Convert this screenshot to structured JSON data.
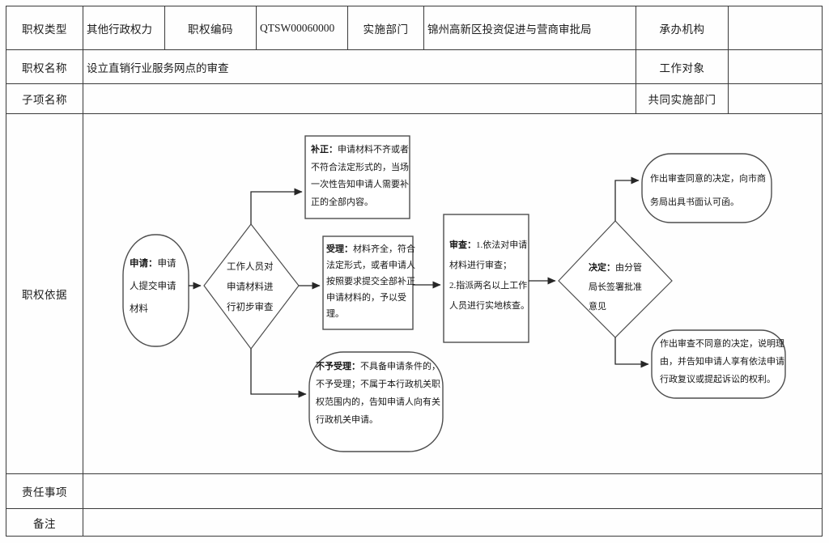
{
  "form": {
    "row1": {
      "type_label": "职权类型",
      "type_value": "其他行政权力",
      "code_label": "职权编码",
      "code_value": "QTSW00060000",
      "dept_label": "实施部门",
      "dept_value": "锦州高新区投资促进与营商审批局",
      "agency_label": "承办机构"
    },
    "row2": {
      "name_label": "职权名称",
      "name_value": "设立直销行业服务网点的审查",
      "target_label": "工作对象"
    },
    "row3": {
      "subitem_label": "子项名称",
      "joint_label": "共同实施部门"
    },
    "row4": {
      "basis_label": "职权依据"
    },
    "row5": {
      "duty_label": "责任事项"
    },
    "row6": {
      "remark_label": "备注"
    }
  },
  "flowchart": {
    "apply": {
      "prefix": "申请：",
      "text": "申请人提交申请材料"
    },
    "initial_review": {
      "text": "工作人员对申请材料进行初步审查"
    },
    "supplement": {
      "prefix": "补正：",
      "text": "申请材料不齐或者不符合法定形式的，当场一次性告知申请人需要补正的全部内容。"
    },
    "accept": {
      "prefix": "受理：",
      "text": "材料齐全，符合法定形式，或者申请人按照要求提交全部补正申请材料的，予以受理。"
    },
    "reject": {
      "prefix": "不予受理：",
      "text": "不具备申请条件的，不予受理；不属于本行政机关职权范围内的，告知申请人向有关行政机关申请。"
    },
    "review": {
      "prefix": "审查：",
      "item1": "1.依法对申请材料进行审查；",
      "item2": "2.指派两名以上工作人员进行实地核查。"
    },
    "decision": {
      "prefix": "决定：",
      "text": "由分管局长签署批准意见"
    },
    "approve": {
      "text": "作出审查同意的决定，向市商务局出具书面认可函。"
    },
    "disapprove": {
      "text": "作出审查不同意的决定，说明理由，并告知申请人享有依法申请行政复议或提起诉讼的权利。"
    }
  }
}
